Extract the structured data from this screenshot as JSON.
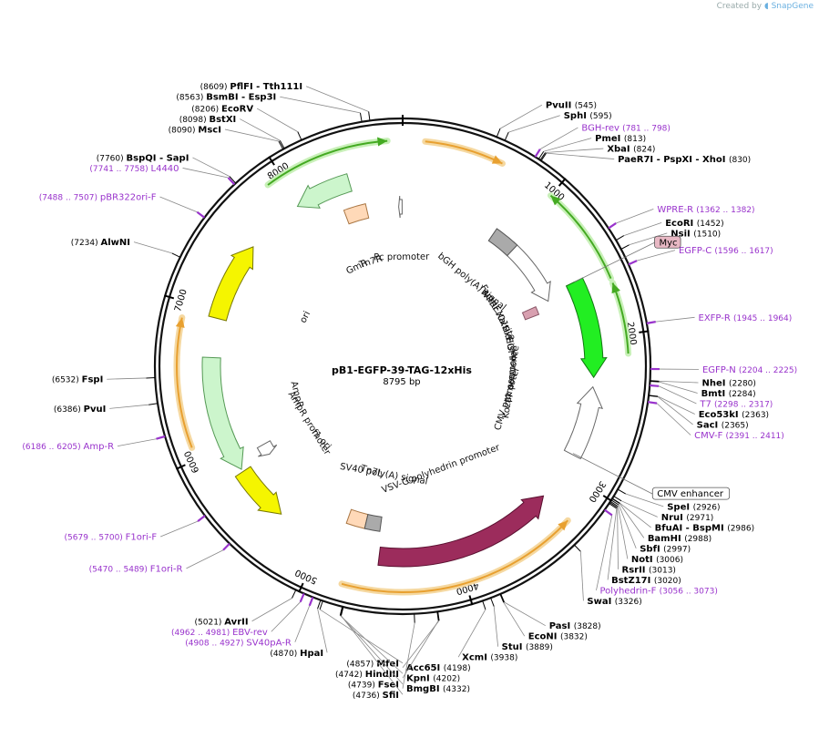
{
  "credit": {
    "prefix": "Created by",
    "brand": "SnapGene"
  },
  "plasmid": {
    "name": "pB1-EGFP-39-TAG-12xHis",
    "size_label": "8795 bp",
    "length": 8795
  },
  "colors": {
    "enzyme": "#000000",
    "primer": "#9933cc",
    "backbone": "#111111"
  },
  "ticks": [
    {
      "pos": 1000,
      "label": "1000"
    },
    {
      "pos": 2000,
      "label": "2000"
    },
    {
      "pos": 3000,
      "label": "3000"
    },
    {
      "pos": 4000,
      "label": "4000"
    },
    {
      "pos": 5000,
      "label": "5000"
    },
    {
      "pos": 6000,
      "label": "6000"
    },
    {
      "pos": 7000,
      "label": "7000"
    },
    {
      "pos": 8000,
      "label": "8000"
    }
  ],
  "sites": [
    {
      "name": "PvuII",
      "coord": "(545)",
      "pos": 545,
      "kind": "enzyme"
    },
    {
      "name": "SphI",
      "coord": "(595)",
      "pos": 595,
      "kind": "enzyme"
    },
    {
      "name": "BGH-rev",
      "coord": "(781 .. 798)",
      "pos": 790,
      "kind": "primer"
    },
    {
      "name": "PmeI",
      "coord": "(813)",
      "pos": 813,
      "kind": "enzyme"
    },
    {
      "name": "XbaI",
      "coord": "(824)",
      "pos": 824,
      "kind": "enzyme"
    },
    {
      "name": "PaeR7I - PspXI - XhoI",
      "coord": "(830)",
      "pos": 830,
      "kind": "enzyme"
    },
    {
      "name": "WPRE-R",
      "coord": "(1362 .. 1382)",
      "pos": 1372,
      "kind": "primer"
    },
    {
      "name": "EcoRI",
      "coord": "(1452)",
      "pos": 1452,
      "kind": "enzyme"
    },
    {
      "name": "NsiI",
      "coord": "(1510)",
      "pos": 1510,
      "kind": "enzyme"
    },
    {
      "name": "EGFP-C",
      "coord": "(1596 .. 1617)",
      "pos": 1606,
      "kind": "primer"
    },
    {
      "name": "EXFP-R",
      "coord": "(1945 .. 1964)",
      "pos": 1955,
      "kind": "primer"
    },
    {
      "name": "EGFP-N",
      "coord": "(2204 .. 2225)",
      "pos": 2214,
      "kind": "primer"
    },
    {
      "name": "NheI",
      "coord": "(2280)",
      "pos": 2280,
      "kind": "enzyme"
    },
    {
      "name": "BmtI",
      "coord": "(2284)",
      "pos": 2284,
      "kind": "enzyme"
    },
    {
      "name": "T7",
      "coord": "(2298 .. 2317)",
      "pos": 2307,
      "kind": "primer"
    },
    {
      "name": "Eco53kI",
      "coord": "(2363)",
      "pos": 2363,
      "kind": "enzyme"
    },
    {
      "name": "SacI",
      "coord": "(2365)",
      "pos": 2365,
      "kind": "enzyme"
    },
    {
      "name": "CMV-F",
      "coord": "(2391 .. 2411)",
      "pos": 2401,
      "kind": "primer"
    },
    {
      "name": "SpeI",
      "coord": "(2926)",
      "pos": 2926,
      "kind": "enzyme"
    },
    {
      "name": "NruI",
      "coord": "(2971)",
      "pos": 2971,
      "kind": "enzyme"
    },
    {
      "name": "BfuAI - BspMI",
      "coord": "(2986)",
      "pos": 2986,
      "kind": "enzyme"
    },
    {
      "name": "BamHI",
      "coord": "(2988)",
      "pos": 2988,
      "kind": "enzyme"
    },
    {
      "name": "SbfI",
      "coord": "(2997)",
      "pos": 2997,
      "kind": "enzyme"
    },
    {
      "name": "NotI",
      "coord": "(3006)",
      "pos": 3006,
      "kind": "enzyme"
    },
    {
      "name": "RsrII",
      "coord": "(3013)",
      "pos": 3013,
      "kind": "enzyme"
    },
    {
      "name": "BstZ17I",
      "coord": "(3020)",
      "pos": 3020,
      "kind": "enzyme"
    },
    {
      "name": "Polyhedrin-F",
      "coord": "(3056 .. 3073)",
      "pos": 3064,
      "kind": "primer"
    },
    {
      "name": "SwaI",
      "coord": "(3326)",
      "pos": 3326,
      "kind": "enzyme"
    },
    {
      "name": "PasI",
      "coord": "(3828)",
      "pos": 3828,
      "kind": "enzyme"
    },
    {
      "name": "EcoNI",
      "coord": "(3832)",
      "pos": 3832,
      "kind": "enzyme"
    },
    {
      "name": "StuI",
      "coord": "(3889)",
      "pos": 3889,
      "kind": "enzyme"
    },
    {
      "name": "XcmI",
      "coord": "(3938)",
      "pos": 3938,
      "kind": "enzyme"
    },
    {
      "name": "Acc65I",
      "coord": "(4198)",
      "pos": 4198,
      "kind": "enzyme"
    },
    {
      "name": "KpnI",
      "coord": "(4202)",
      "pos": 4202,
      "kind": "enzyme"
    },
    {
      "name": "BmgBI",
      "coord": "(4332)",
      "pos": 4332,
      "kind": "enzyme"
    },
    {
      "name": "SfiI",
      "coord": "(4736)",
      "pos": 4736,
      "kind": "enzyme"
    },
    {
      "name": "FseI",
      "coord": "(4739)",
      "pos": 4739,
      "kind": "enzyme"
    },
    {
      "name": "HindIII",
      "coord": "(4742)",
      "pos": 4742,
      "kind": "enzyme"
    },
    {
      "name": "MfeI",
      "coord": "(4857)",
      "pos": 4857,
      "kind": "enzyme"
    },
    {
      "name": "HpaI",
      "coord": "(4870)",
      "pos": 4870,
      "kind": "enzyme"
    },
    {
      "name": "SV40pA-R",
      "coord": "(4908 .. 4927)",
      "pos": 4917,
      "kind": "primer"
    },
    {
      "name": "EBV-rev",
      "coord": "(4962 .. 4981)",
      "pos": 4971,
      "kind": "primer"
    },
    {
      "name": "AvrII",
      "coord": "(5021)",
      "pos": 5021,
      "kind": "enzyme"
    },
    {
      "name": "F1ori-R",
      "coord": "(5470 .. 5489)",
      "pos": 5480,
      "kind": "primer"
    },
    {
      "name": "F1ori-F",
      "coord": "(5679 .. 5700)",
      "pos": 5690,
      "kind": "primer"
    },
    {
      "name": "Amp-R",
      "coord": "(6186 .. 6205)",
      "pos": 6195,
      "kind": "primer"
    },
    {
      "name": "PvuI",
      "coord": "(6386)",
      "pos": 6386,
      "kind": "enzyme"
    },
    {
      "name": "FspI",
      "coord": "(6532)",
      "pos": 6532,
      "kind": "enzyme"
    },
    {
      "name": "AlwNI",
      "coord": "(7234)",
      "pos": 7234,
      "kind": "enzyme"
    },
    {
      "name": "pBR322ori-F",
      "coord": "(7488 .. 7507)",
      "pos": 7497,
      "kind": "primer"
    },
    {
      "name": "L4440",
      "coord": "(7741 .. 7758)",
      "pos": 7750,
      "kind": "primer"
    },
    {
      "name": "BspQI - SapI",
      "coord": "(7760)",
      "pos": 7760,
      "kind": "enzyme"
    },
    {
      "name": "MscI",
      "coord": "(8090)",
      "pos": 8090,
      "kind": "enzyme"
    },
    {
      "name": "BstXI",
      "coord": "(8098)",
      "pos": 8098,
      "kind": "enzyme"
    },
    {
      "name": "EcoRV",
      "coord": "(8206)",
      "pos": 8206,
      "kind": "enzyme"
    },
    {
      "name": "BsmBI - Esp3I",
      "coord": "(8563)",
      "pos": 8563,
      "kind": "enzyme"
    },
    {
      "name": "PflFI - Tth111I",
      "coord": "(8609)",
      "pos": 8609,
      "kind": "enzyme"
    }
  ],
  "boxed_labels": [
    {
      "name": "Myc",
      "pos": 1560,
      "style": "pink"
    },
    {
      "name": "CMV enhancer",
      "pos": 2860,
      "style": "white"
    }
  ],
  "features": [
    {
      "name": "EGFP",
      "start": 1560,
      "end": 2280,
      "color": "#22ee22",
      "stroke": "#117711",
      "ring": 1,
      "dir": 1
    },
    {
      "name": "GmR",
      "start": 7980,
      "end": 8400,
      "color": "#ccf5cc",
      "stroke": "#559955",
      "ring": 1,
      "dir": -1
    },
    {
      "name": "ori",
      "start": 6950,
      "end": 7540,
      "color": "#f5f500",
      "stroke": "#777700",
      "ring": 1,
      "dir": 1
    },
    {
      "name": "AmpR",
      "start": 5800,
      "end": 6660,
      "color": "#ccf5cc",
      "stroke": "#559955",
      "ring": 1,
      "dir": -1
    },
    {
      "name": "f1 ori",
      "start": 5360,
      "end": 5780,
      "color": "#f5f500",
      "stroke": "#777700",
      "ring": 1,
      "dir": -1
    },
    {
      "name": "VSV-G polyhedrin promoter",
      "start": 3240,
      "end": 4570,
      "color": "#9c2c5c",
      "stroke": "#5a1030",
      "ring": 1,
      "dir": -1
    },
    {
      "name": "CMV promoter",
      "start": 2350,
      "end": 2870,
      "color": "#ffffff",
      "stroke": "#666666",
      "ring": 1,
      "dir": -1
    },
    {
      "name": "WPRE",
      "start": 1020,
      "end": 1610,
      "color": "#ffffff",
      "stroke": "#666666",
      "ring": 2,
      "dir": 1
    },
    {
      "name": "bGH poly(A) signal",
      "start": 840,
      "end": 1060,
      "color": "#aaaaaa",
      "stroke": "#555555",
      "ring": 2,
      "dir": 0
    },
    {
      "name": "Tn7R",
      "start": 8290,
      "end": 8480,
      "color": "#ffd9b8",
      "stroke": "#aa7744",
      "ring": 2,
      "dir": 0
    },
    {
      "name": "Tn7L",
      "start": 4720,
      "end": 4880,
      "color": "#ffd9b8",
      "stroke": "#aa7744",
      "ring": 2,
      "dir": 0
    },
    {
      "name": "SV40 poly(A) signal",
      "start": 4590,
      "end": 4720,
      "color": "#aaaaaa",
      "stroke": "#555555",
      "ring": 2,
      "dir": 0
    },
    {
      "name": "AmpR promoter",
      "start": 5780,
      "end": 5880,
      "color": "#ffffff",
      "stroke": "#666666",
      "ring": 2,
      "dir": -1
    },
    {
      "name": "10xHis",
      "start": 1610,
      "end": 1690,
      "color": "#d8a0b0",
      "stroke": "#885566",
      "ring": 3,
      "dir": 0
    },
    {
      "name": "Pc promoter",
      "start": 8760,
      "end": 8790,
      "color": "#ffffff",
      "stroke": "#666666",
      "ring": 2,
      "dir": -1
    }
  ],
  "inner_labels": [
    {
      "text": "Pc promoter",
      "ref": 8780
    },
    {
      "text": "bGH poly(A) signal",
      "ref": 960
    },
    {
      "text": "WPRE",
      "ref": 1300
    },
    {
      "text": "10xHis",
      "ref": 1650
    },
    {
      "text": "Factor Xa site",
      "ref": 1480
    },
    {
      "text": "10xHis",
      "ref": 1800
    },
    {
      "text": "EGFP",
      "ref": 1980
    },
    {
      "text": "T7 promoter",
      "ref": 2320
    },
    {
      "text": "Kozak sequence",
      "ref": 2400
    },
    {
      "text": "CMV promoter",
      "ref": 2620
    },
    {
      "text": "VSV-G  polyhedrin promoter",
      "ref": 3900
    },
    {
      "text": "SV40 poly(A) signal",
      "ref": 4640
    },
    {
      "text": "Tn7L",
      "ref": 4800
    },
    {
      "text": "f1 ori",
      "ref": 5570
    },
    {
      "text": "AmpR promoter",
      "ref": 5830
    },
    {
      "text": "AmpR",
      "ref": 6230
    },
    {
      "text": "ori",
      "ref": 7250
    },
    {
      "text": "Tn7R",
      "ref": 8380
    },
    {
      "text": "GmR",
      "ref": 8190
    }
  ]
}
